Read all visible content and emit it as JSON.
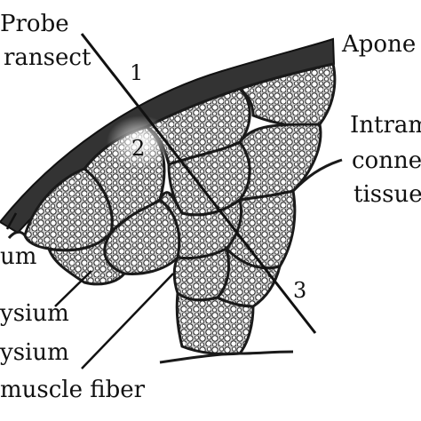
{
  "labels": {
    "probe_line1": "Probe",
    "probe_line2": "ransect",
    "aponeurosis": "Apone",
    "intramuscular_line1": "Intram",
    "intramuscular_line2": "conne",
    "intramuscular_line3": "tissue",
    "epimysium": "um",
    "perimysium": "ysium",
    "endomysium": "ysium",
    "muscle_fiber": "muscle fiber"
  },
  "points": [
    "1",
    "2",
    "3"
  ],
  "colors": {
    "aponeurosis_band": "#3a3a3a",
    "fascicle_fill": "#c8c8c8",
    "outline": "#1a1a1a",
    "background": "#ffffff"
  }
}
